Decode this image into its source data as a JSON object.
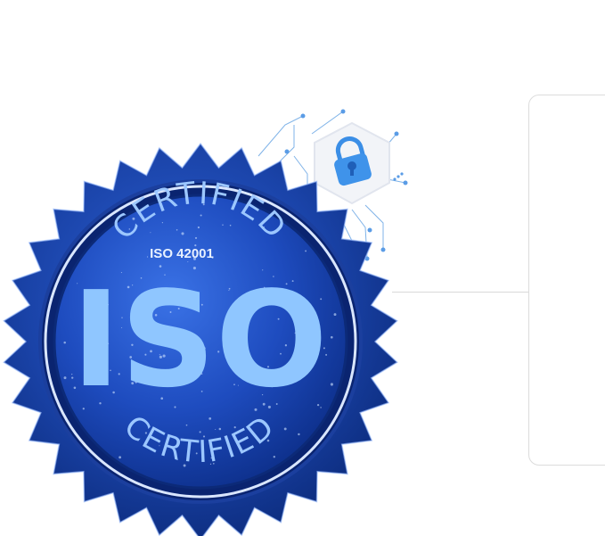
{
  "badge": {
    "top_arc_text": "CERTIFIED",
    "standard_label": "ISO 42001",
    "main_text": "ISO",
    "bottom_arc_text": "CERTIFIED"
  },
  "icons": {
    "badge": "certification-seal-icon",
    "lock": "padlock-icon"
  },
  "colors": {
    "badge_dark": "#0c2f86",
    "badge_mid": "#1f4fc4",
    "badge_light": "#3b6fe0",
    "text_light": "#8fc6ff",
    "circuit": "#6aa8e8",
    "card_border": "#dcdcdc"
  }
}
